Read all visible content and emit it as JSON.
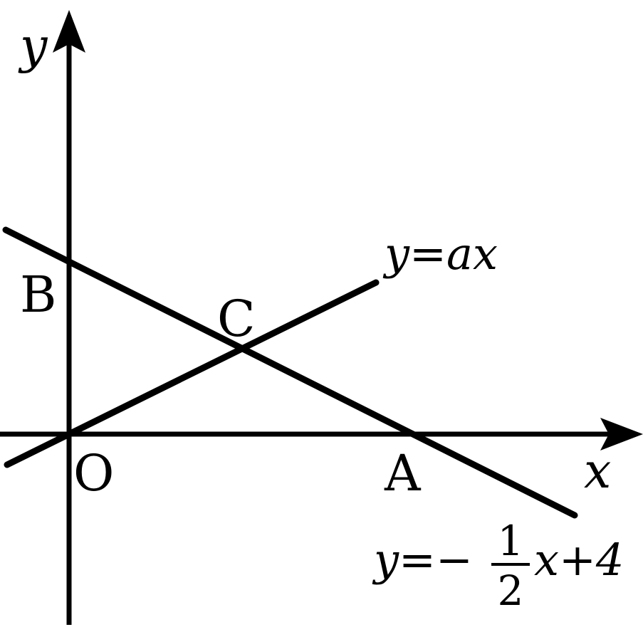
{
  "axes": {
    "x_label": "x",
    "y_label": "y",
    "origin_label": "O"
  },
  "points": {
    "A": "A",
    "B": "B",
    "C": "C"
  },
  "lines": {
    "ax": {
      "lhs": "y",
      "eq": "=",
      "rhs": "ax"
    },
    "decreasing": {
      "lhs": "y",
      "eq": "=",
      "sign": "−",
      "numerator": "1",
      "denominator": "2",
      "tail": "x+4"
    }
  },
  "colors": {
    "stroke": "#000000",
    "background": "#ffffff"
  }
}
